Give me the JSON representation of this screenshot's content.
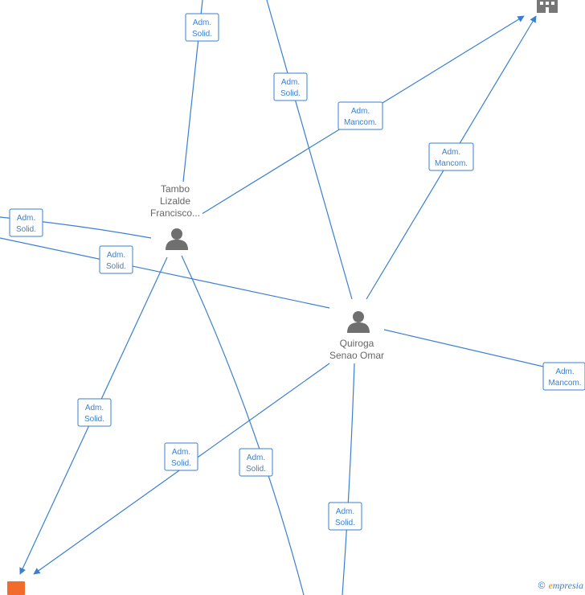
{
  "persons": [
    {
      "id": "tambo",
      "name_lines": [
        "Tambo",
        "Lizalde",
        "Francisco..."
      ]
    },
    {
      "id": "quiroga",
      "name_lines": [
        "Quiroga",
        "Senao Omar"
      ]
    }
  ],
  "edge_labels": [
    {
      "id": "l1",
      "lines": [
        "Adm.",
        "Solid."
      ]
    },
    {
      "id": "l2",
      "lines": [
        "Adm.",
        "Solid."
      ]
    },
    {
      "id": "l3",
      "lines": [
        "Adm.",
        "Mancom."
      ]
    },
    {
      "id": "l4",
      "lines": [
        "Adm.",
        "Mancom."
      ]
    },
    {
      "id": "l5",
      "lines": [
        "Adm.",
        "Solid."
      ]
    },
    {
      "id": "l6",
      "lines": [
        "Adm.",
        "Solid."
      ]
    },
    {
      "id": "l7",
      "lines": [
        "Adm.",
        "Mancom."
      ]
    },
    {
      "id": "l8",
      "lines": [
        "Adm.",
        "Solid."
      ]
    },
    {
      "id": "l9",
      "lines": [
        "Adm.",
        "Solid."
      ]
    },
    {
      "id": "l10",
      "lines": [
        "Adm.",
        "Solid."
      ]
    },
    {
      "id": "l11",
      "lines": [
        "Adm.",
        "Solid."
      ]
    }
  ],
  "branding": {
    "copyright_symbol": "©",
    "brand_initial": "e",
    "brand_rest": "mpresia"
  },
  "colors": {
    "edge": "#3a7fd0",
    "node_icon": "#6f6f6f",
    "accent": "#f26b2a"
  }
}
